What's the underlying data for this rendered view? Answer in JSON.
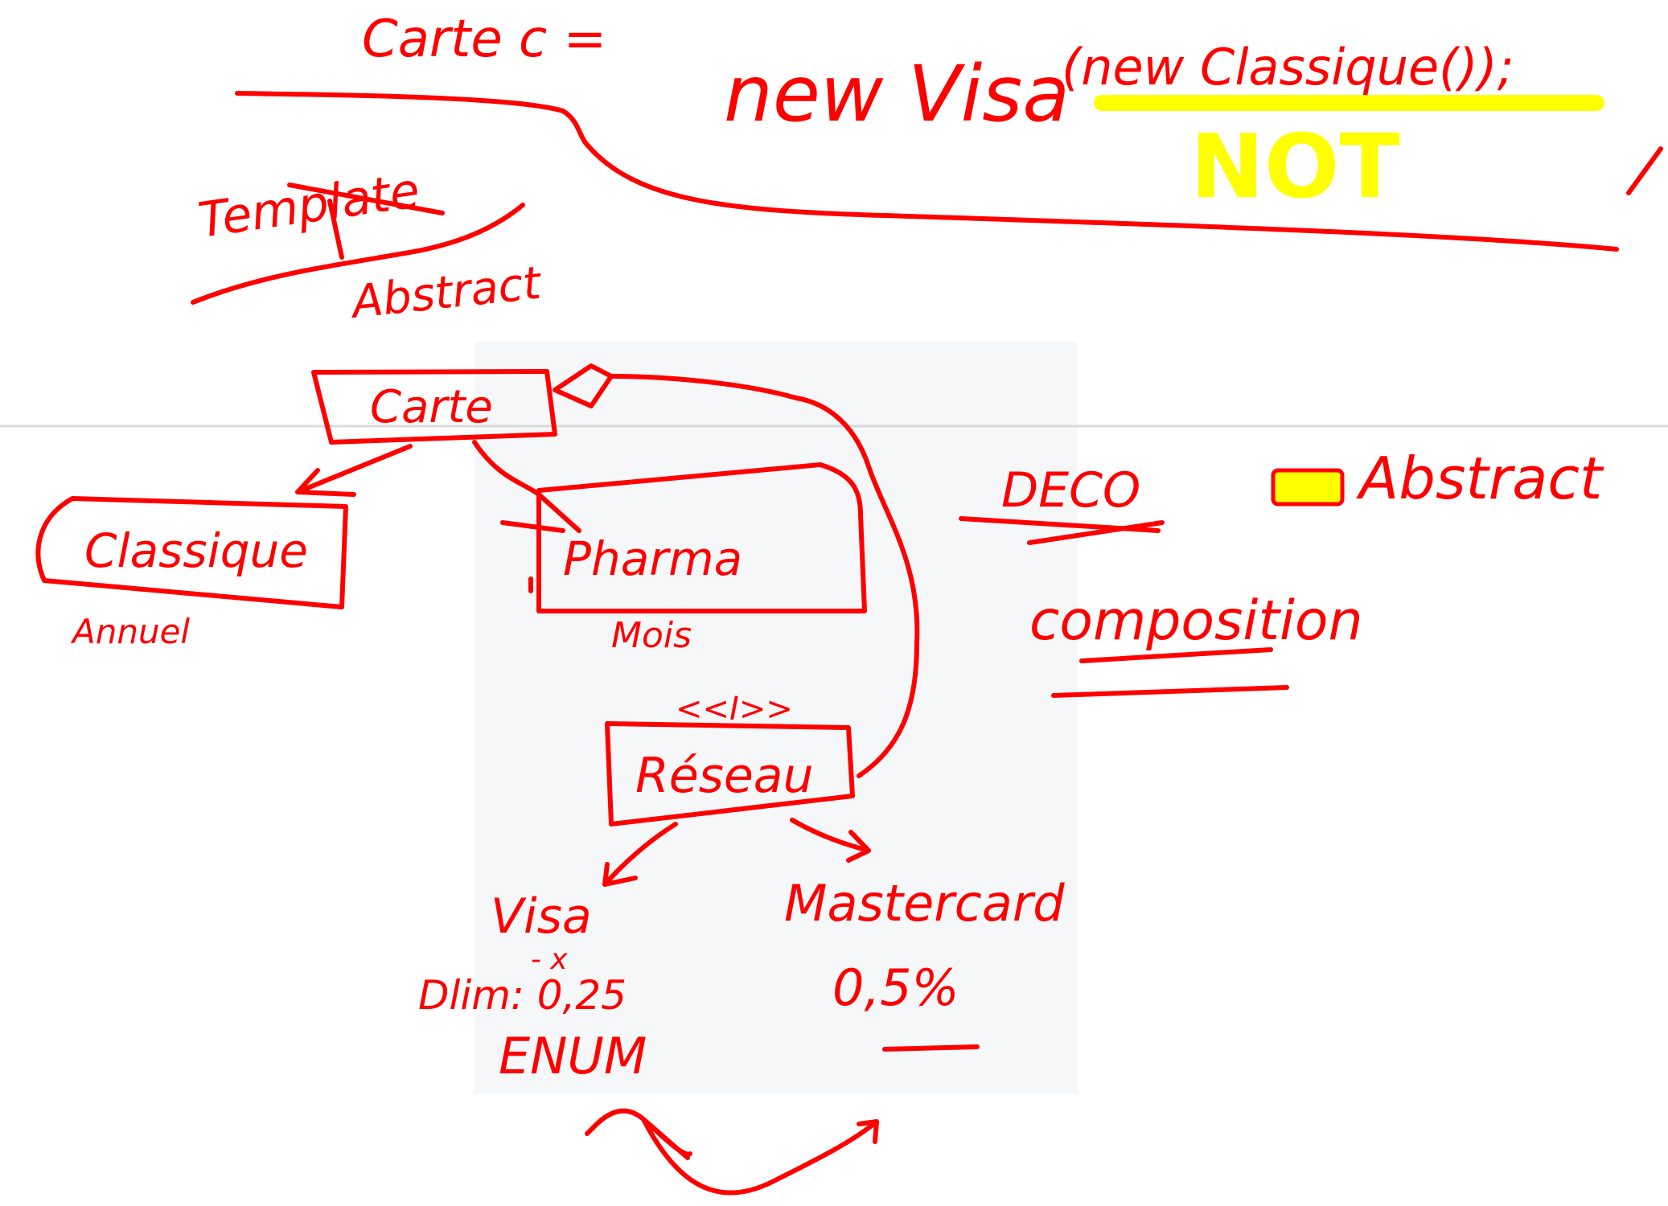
{
  "canvas": {
    "background": "#ffffff",
    "panel_color": "#f6f7f9",
    "ink_color": "#ff0000",
    "highlight_color": "#ffff00",
    "divider_color": "#d9d9d9"
  },
  "header": {
    "assignment_lhs": "Carte c =",
    "assignment_rhs_new_visa": "new Visa",
    "assignment_arg": "(new Classique());",
    "highlight_word": "NOT"
  },
  "notes": {
    "template_word": "Template",
    "abstract_word": "Abstract",
    "deco_word": "DECO",
    "composition_word": "composition",
    "legend_label": "Abstract"
  },
  "boxes": {
    "carte": "Carte",
    "classique": "Classique",
    "pharma": "Pharma",
    "reseau": "Réseau"
  },
  "sublabels": {
    "classique_sub": "Annuel",
    "pharma_sub": "Mois",
    "reseau_marks": "<<I>>"
  },
  "leaves": {
    "visa_label": "Visa",
    "visa_x": "- x",
    "visa_value": "Dlim: 0,25",
    "visa_enum": "ENUM",
    "mastercard_label": "Mastercard",
    "mastercard_value": "0,5%"
  }
}
